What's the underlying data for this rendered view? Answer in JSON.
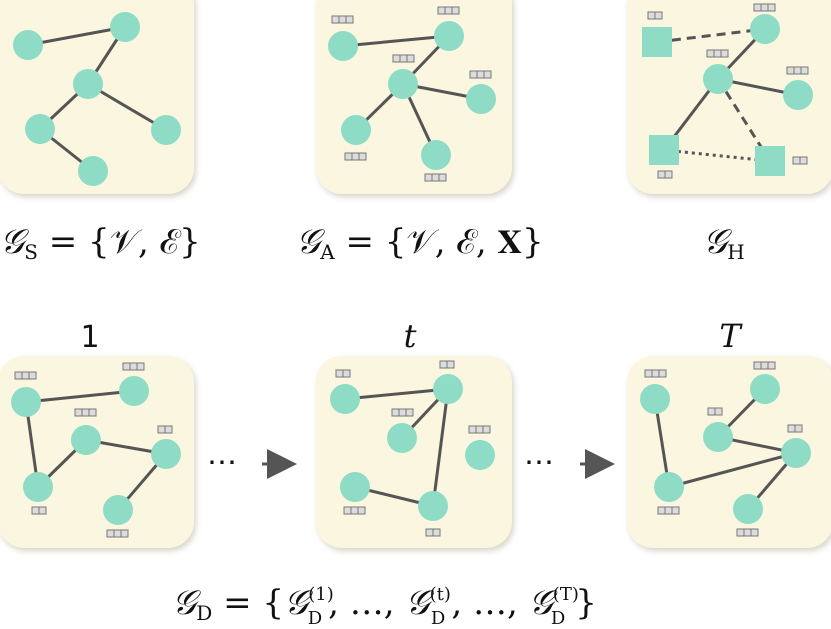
{
  "colors": {
    "panel_fill": "#fbf6df",
    "panel_shadow": "#d6d2c4",
    "node": "#8fdcc6",
    "edge": "#555555",
    "feature_cell": "#dcdcdc",
    "feature_border": "#777777",
    "text": "#111111"
  },
  "graphs": {
    "static": {
      "label_main": "𝒢",
      "label_sub": "S",
      "label_rest": " = {𝒱, ℰ}"
    },
    "attributed": {
      "label_main": "𝒢",
      "label_sub": "A",
      "label_rest": " = {𝒱, ℰ, 𝐗}"
    },
    "heterogeneous": {
      "label_main": "𝒢",
      "label_sub": "H"
    }
  },
  "timeline": {
    "step_first": "1",
    "step_middle": "t",
    "step_last": "T",
    "ellipsis": "⋯",
    "formula": {
      "main": "𝒢",
      "sub": "D",
      "eq": " = {",
      "g1": "𝒢",
      "g1_sup": "(1)",
      "g1_sub": "D",
      "sep1": ", …, ",
      "g2": "𝒢",
      "g2_sup": "(t)",
      "g2_sub": "D",
      "sep2": ", …, ",
      "g3": "𝒢",
      "g3_sup": "(T)",
      "g3_sub": "D",
      "close": "}"
    }
  }
}
